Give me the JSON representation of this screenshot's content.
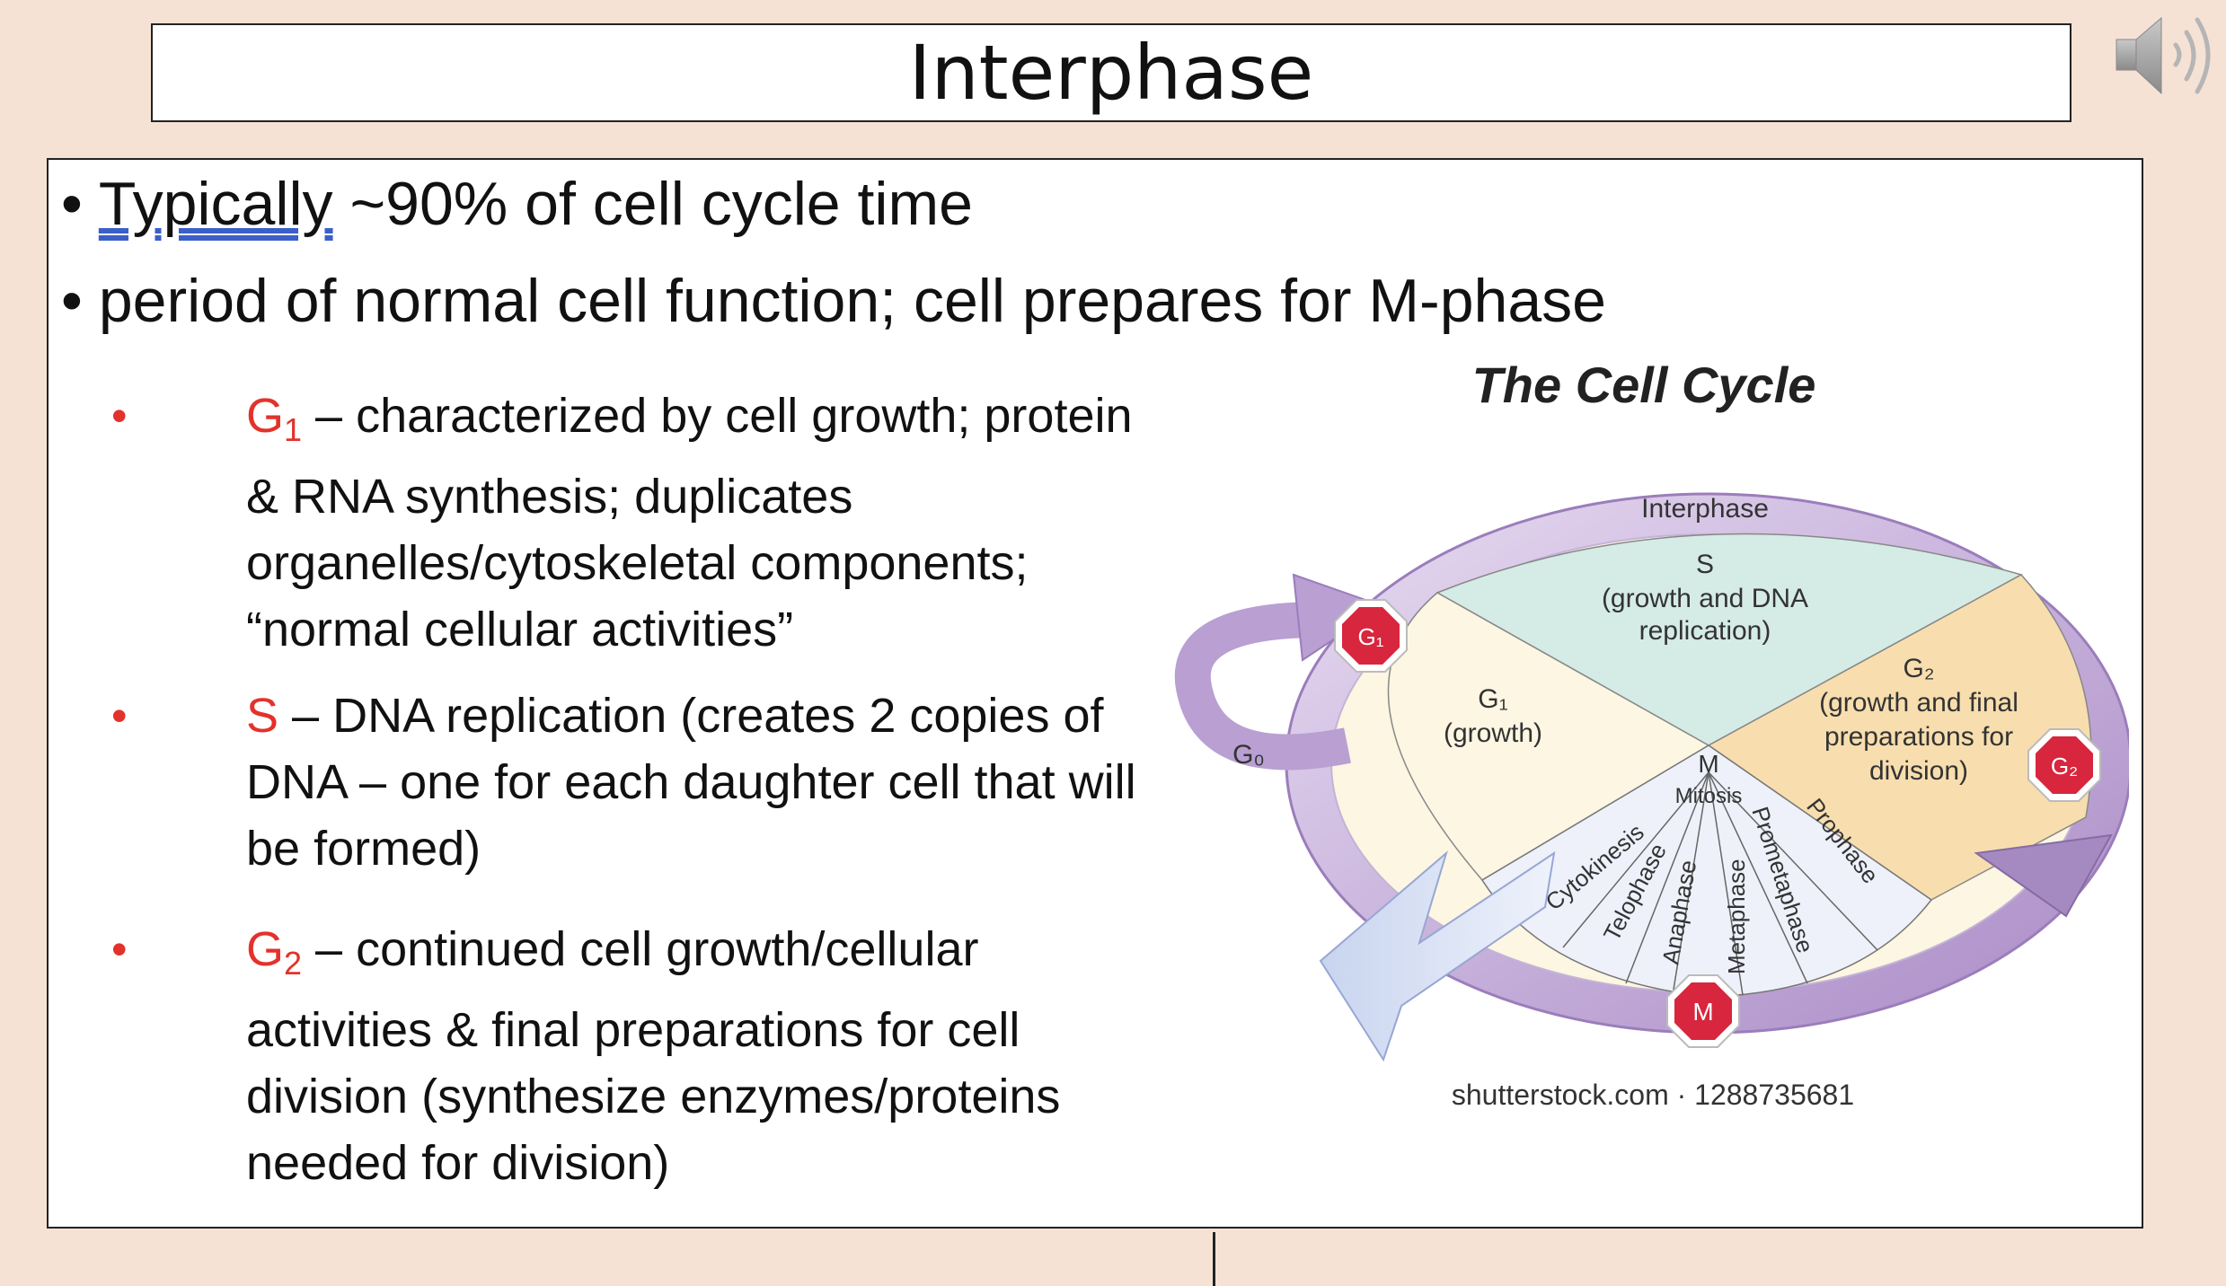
{
  "slide": {
    "title": "Interphase",
    "bullets": [
      {
        "underlined": "Typically",
        "rest": " ~90% of cell cycle time"
      },
      {
        "text": "period of normal cell function; cell prepares for M-phase"
      }
    ],
    "phases": [
      {
        "label": "G",
        "sub": "1",
        "description": " – characterized by cell growth; protein & RNA synthesis; duplicates organelles/cytoskeletal components; “normal cellular activities”"
      },
      {
        "label": "S",
        "sub": "",
        "description": " – DNA replication (creates 2 copies of DNA – one for each daughter cell that will be formed)"
      },
      {
        "label": "G",
        "sub": "2",
        "description": " – continued cell growth/cellular activities & final preparations for cell division (synthesize enzymes/proteins needed for division)"
      }
    ]
  },
  "diagram": {
    "title": "The Cell Cycle",
    "interphase_label": "Interphase",
    "s_label": "S",
    "s_desc_1": "(growth and DNA",
    "s_desc_2": "replication)",
    "g1_label": "G₁",
    "g1_desc": "(growth)",
    "g2_label": "G₂",
    "g2_desc_1": "(growth and final",
    "g2_desc_2": "preparations for",
    "g2_desc_3": "division)",
    "g0_label": "G₀",
    "m_label": "M",
    "mitosis_label": "Mitosis",
    "mitosis_stages": [
      "Cytokinesis",
      "Telophase",
      "Anaphase",
      "Metaphase",
      "Prometaphase",
      "Prophase"
    ],
    "checkpoints": [
      "G₁",
      "G₂",
      "M"
    ],
    "credit": "shutterstock.com · 1288735681",
    "colors": {
      "s_sector": "#d5ebe6",
      "g1_sector": "#fcf6e2",
      "g2_sector": "#f8deae",
      "mitosis": "#eef1fa",
      "ring": "#b79bd0",
      "checkpoint": "#d7263d",
      "bullet_red": "#e3322b"
    }
  }
}
